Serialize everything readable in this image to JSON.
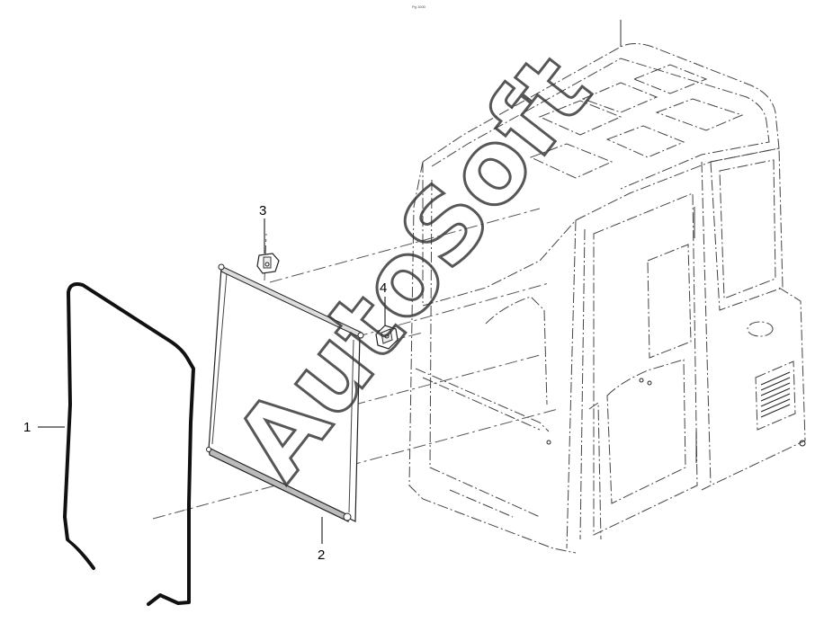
{
  "header": {
    "tiny_caption": "Pg 1000"
  },
  "watermark": {
    "text": "AutoSoft"
  },
  "callouts": [
    {
      "id": "1",
      "label": "1",
      "part": "door-seal"
    },
    {
      "id": "2",
      "label": "2",
      "part": "sun-shade-roller"
    },
    {
      "id": "3",
      "label": "3",
      "part": "upper-bracket"
    },
    {
      "id": "4",
      "label": "4",
      "part": "side-bracket"
    }
  ],
  "colors": {
    "line": "#222222",
    "dashed": "#555555",
    "background": "#ffffff"
  }
}
